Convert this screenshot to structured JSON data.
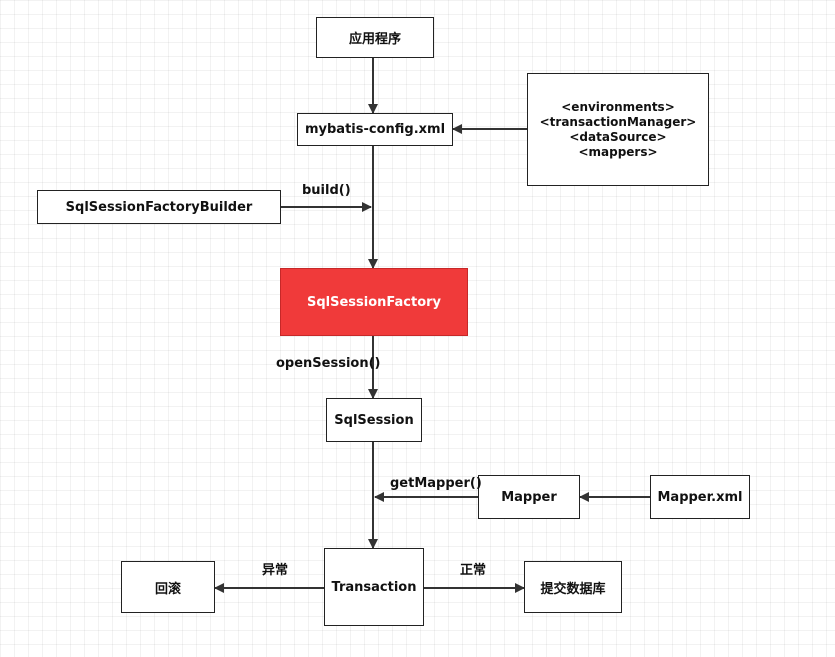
{
  "nodes": {
    "app": "应用程序",
    "config": "mybatis-config.xml",
    "config_items": [
      "<environments>",
      "<transactionManager>",
      "<dataSource>",
      "<mappers>"
    ],
    "builder": "SqlSessionFactoryBuilder",
    "factory": "SqlSessionFactory",
    "session": "SqlSession",
    "mapper": "Mapper",
    "mapper_xml": "Mapper.xml",
    "transaction": "Transaction",
    "rollback": "回滚",
    "commit": "提交数据库"
  },
  "edges": {
    "build": "build()",
    "open_session": "openSession()",
    "get_mapper": "getMapper()",
    "error": "异常",
    "normal": "正常"
  },
  "colors": {
    "highlight": "#f03a3a",
    "stroke": "#333333"
  }
}
